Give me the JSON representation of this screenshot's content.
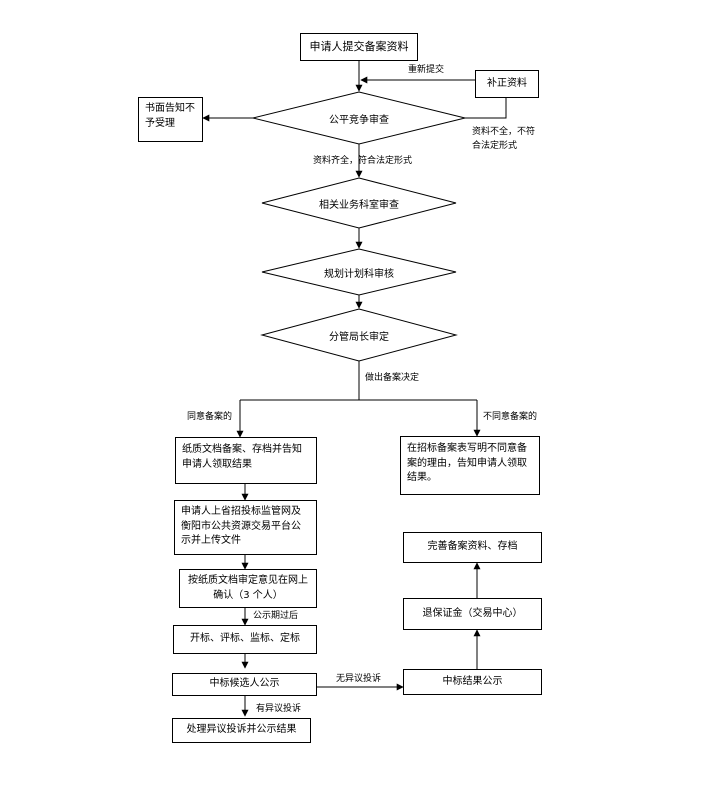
{
  "nodes": {
    "submit": "申请人提交备案资料",
    "supplement": "补正资料",
    "reject_notice": "书面告知不予受理",
    "fair_review": "公平竞争审查",
    "dept_review": "相关业务科室审查",
    "plan_review": "规划计划科审核",
    "director_review": "分管局长审定",
    "paper_filing": "纸质文档备案、存档并告知申请人领取结果",
    "not_agree_notice": "在招标备案表写明不同意备案的理由，告知申请人领取结果。",
    "upload_publicity": "申请人上省招投标监管网及衡阳市公共资源交易平台公示并上传文件",
    "online_confirm": "按纸质文档审定意见在网上确认（3 个人）",
    "bid_steps": "开标、评标、监标、定标",
    "candidate_publicity": "中标候选人公示",
    "handle_complaint": "处理异议投诉并公示结果",
    "winner_publicity": "中标结果公示",
    "refund_deposit": "退保证金（交易中心）",
    "complete_archive": "完善备案资料、存档"
  },
  "edge_labels": {
    "resubmit": "重新提交",
    "incomplete": "资料不全，不符合法定形式",
    "complete": "资料齐全，符合法定形式",
    "decision": "做出备案决定",
    "agree": "同意备案的",
    "disagree": "不同意备案的",
    "after_publicity": "公示期过后",
    "no_objection": "无异议投诉",
    "has_objection": "有异议投诉"
  }
}
